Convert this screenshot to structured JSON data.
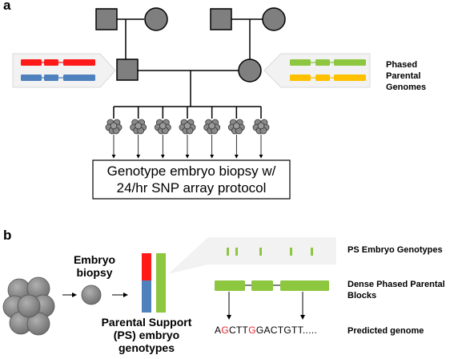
{
  "panel_a": {
    "letter": "a",
    "phased_label_line1": "Phased Parental",
    "phased_label_line2": "Genomes",
    "box_line1": "Genotype embryo biopsy w/",
    "box_line2": "24/hr SNP array protocol",
    "embryo_count": 7
  },
  "panel_b": {
    "letter": "b",
    "embryo_biopsy_line1": "Embryo",
    "embryo_biopsy_line2": "biopsy",
    "ps_genotypes_line1": "Parental Support",
    "ps_genotypes_line2": "(PS) embryo",
    "ps_genotypes_line3": "genotypes",
    "ps_embryo_genotypes_label": "PS Embryo Genotypes",
    "dense_label_line1": "Dense Phased Parental",
    "dense_label_line2": "Blocks",
    "predicted_label": "Predicted genome",
    "sequence": [
      {
        "text": "A",
        "highlight": false
      },
      {
        "text": "G",
        "highlight": true
      },
      {
        "text": "CTT",
        "highlight": false
      },
      {
        "text": "G",
        "highlight": true
      },
      {
        "text": "GACTGTT.....",
        "highlight": false
      }
    ]
  },
  "colors": {
    "red": "#ff1a1a",
    "blue": "#4f81bd",
    "green": "#8dc63f",
    "yellow": "#ffc000",
    "node_fill": "#7f7f7f",
    "callout_fill": "#f2f2f2"
  }
}
